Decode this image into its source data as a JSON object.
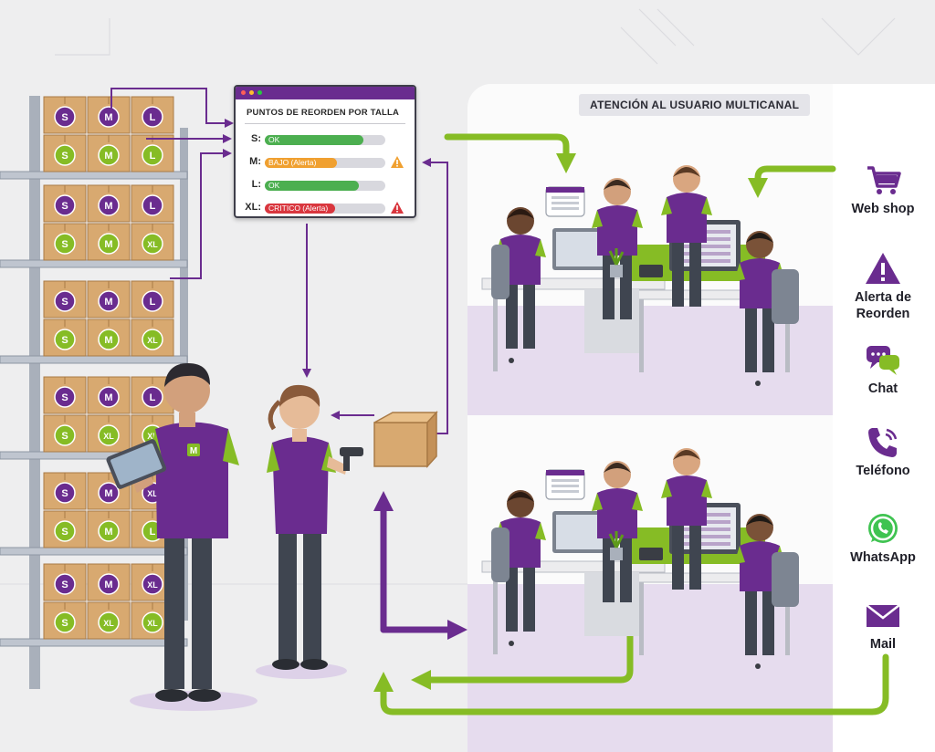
{
  "colors": {
    "purple": "#6a2c8f",
    "green": "#86bc25",
    "ok": "#4caf50",
    "warning": "#f0a030",
    "critical": "#d9363e",
    "box": "#d8a970",
    "shelf": "#a9b0bb"
  },
  "panel": {
    "title": "PUNTOS DE REORDEN POR TALLA",
    "rows": [
      {
        "size": "S:",
        "status": "OK",
        "level": "ok",
        "fill": 0.82,
        "warning_icon": ""
      },
      {
        "size": "M:",
        "status": "BAJO (Alerta)",
        "level": "warning",
        "fill": 0.6,
        "warning_icon": "warning-triangle-icon"
      },
      {
        "size": "L:",
        "status": "OK",
        "level": "ok",
        "fill": 0.78,
        "warning_icon": ""
      },
      {
        "size": "XL:",
        "status": "CRITICO (Alerta)",
        "level": "critical",
        "fill": 0.58,
        "warning_icon": "warning-triangle-icon"
      }
    ]
  },
  "shelf_box_labels": {
    "row1": [
      "S",
      "M",
      "L"
    ],
    "row1b": [
      "S",
      "M",
      "L"
    ],
    "row2": [
      "S",
      "M",
      "L"
    ],
    "row2b": [
      "S",
      "M",
      "XL"
    ],
    "row3": [
      "S",
      "M",
      "L"
    ],
    "row3b": [
      "S",
      "M",
      "XL"
    ],
    "row4": [
      "S",
      "M",
      "L"
    ],
    "row4b": [
      "S",
      "XL",
      "XL"
    ],
    "row5": [
      "S",
      "M",
      "XL"
    ],
    "row5b": [
      "S",
      "M",
      "L"
    ],
    "row6": [
      "S",
      "M",
      "XL"
    ],
    "row6b": [
      "S",
      "XL",
      "XL"
    ]
  },
  "section": {
    "title": "ATENCIÓN AL USUARIO MULTICANAL"
  },
  "channels": [
    {
      "label": "Web shop",
      "icon": "shopping-cart-icon"
    },
    {
      "label": "Alerta de Reorden",
      "icon": "alert-triangle-icon"
    },
    {
      "label": "Chat",
      "icon": "chat-bubbles-icon"
    },
    {
      "label": "Teléfono",
      "icon": "phone-icon"
    },
    {
      "label": "WhatsApp",
      "icon": "whatsapp-icon"
    },
    {
      "label": "Mail",
      "icon": "mail-icon"
    }
  ],
  "uniform_badge": "M"
}
